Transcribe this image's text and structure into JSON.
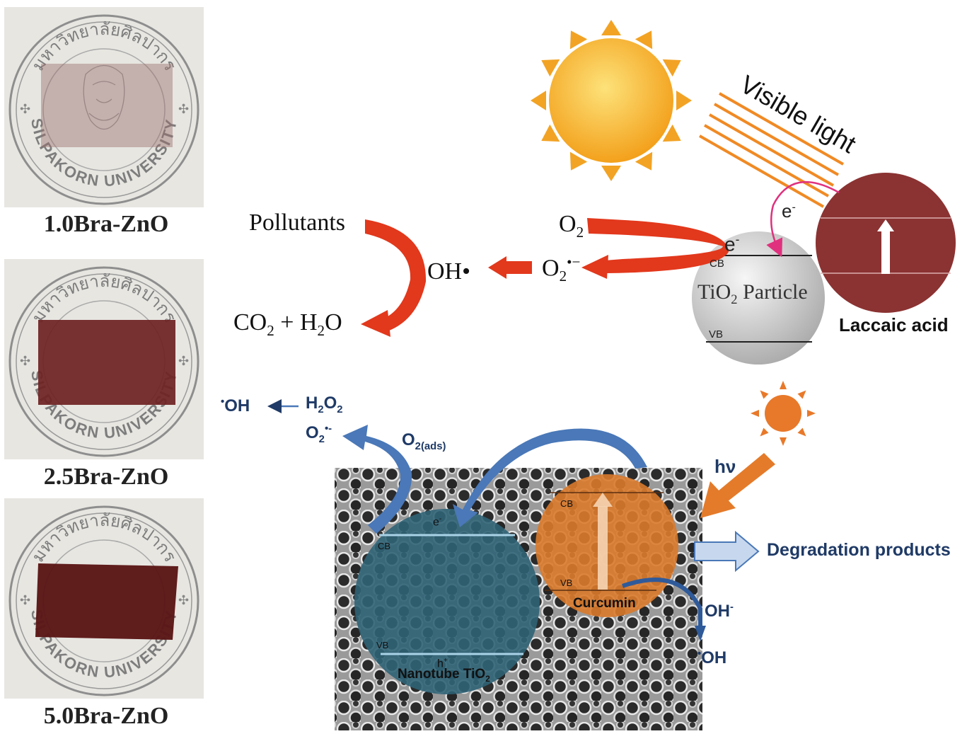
{
  "samples": [
    {
      "label": "1.0Bra-ZnO",
      "film_color": "#9a6f6c",
      "film_opacity": 0.45
    },
    {
      "label": "2.5Bra-ZnO",
      "film_color": "#6e2222",
      "film_opacity": 0.92
    },
    {
      "label": "5.0Bra-ZnO",
      "film_color": "#5a1616",
      "film_opacity": 0.97
    }
  ],
  "seal": {
    "top_text": "มหาวิทยาลัยศิลปากร",
    "bottom_text": "SILPAKORN UNIVERSITY"
  },
  "top_scheme": {
    "light_label": "Visible light",
    "electron_label": "e",
    "electron_sup": "-",
    "pollutants": "Pollutants",
    "oh_radical": "OH•",
    "co2": "CO",
    "co2_sub": "2",
    "plus_h2o": " + H",
    "h2o_sub": "2",
    "h2o_tail": "O",
    "o2": "O",
    "o2_sub": "2",
    "superoxide": "O",
    "superoxide_sub": "2",
    "superoxide_sup": "•−",
    "particle_e": "e",
    "particle_e_sup": "-",
    "cb": "CB",
    "vb": "VB",
    "particle_name": "TiO",
    "particle_sub": "2",
    "particle_word": "Particle",
    "dye": "Laccaic acid",
    "colors": {
      "sun": "#f5a623",
      "ray": "#f08a24",
      "arrow_red": "#e2381c",
      "dye": "#8b3232",
      "particle": "#c9c9c9",
      "pink": "#e0317e"
    }
  },
  "bottom_scheme": {
    "oh": "OH",
    "oh_pre": "•",
    "h2o2_h": "H",
    "h2o2_sub1": "2",
    "h2o2_o": "O",
    "h2o2_sub2": "2",
    "sup_o": "O",
    "sup_sub": "2",
    "sup_sup": "•-",
    "o2ads": "O",
    "o2ads_sub": "2(ads)",
    "hv": "hν",
    "e_label": "e",
    "e_sup": "-",
    "cb1": "CB",
    "vb1": "VB",
    "h_label": "h",
    "h_sup": "+",
    "tio2_name": "Nanotube TiO",
    "tio2_sub": "2",
    "cb2": "CB",
    "vb2": "VB",
    "dye2": "Curcumin",
    "products": "Degradation products",
    "oh_minus": "OH",
    "oh_minus_sup": "-",
    "oh_rad2_pre": "•",
    "oh_rad2": "OH",
    "colors": {
      "tio2": "#2f6376",
      "curcumin": "#d97a2c",
      "arrow_blue": "#4a78b8",
      "text_blue": "#1f3a66",
      "sun2": "#e8792a"
    }
  }
}
